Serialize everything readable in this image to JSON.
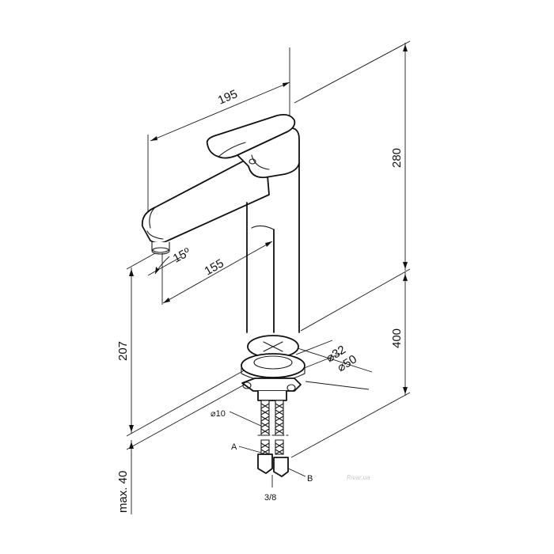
{
  "diagram": {
    "dimensions": {
      "width_total": "195",
      "spout_reach": "155",
      "angle": "15º",
      "height_total": "280",
      "spout_height": "207",
      "hose_length": "400",
      "max_thickness": "max. 40",
      "diameter_base": "⌀32",
      "diameter_flange": "⌀50",
      "diameter_hose": "⌀10",
      "thread": "3/8"
    },
    "connections": {
      "a": "A",
      "b": "B"
    },
    "watermark": "Rivar.ua"
  }
}
